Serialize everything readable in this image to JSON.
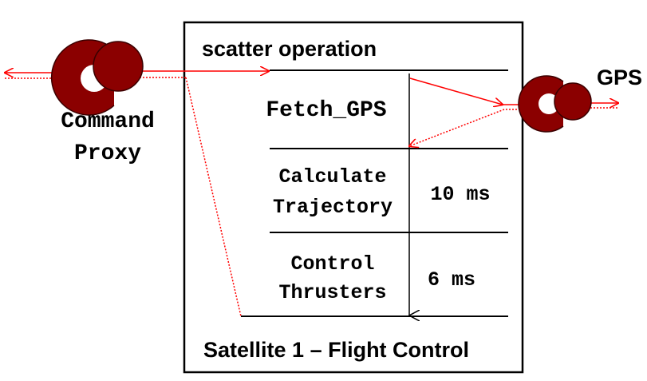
{
  "command_proxy": {
    "line1": "Command",
    "line2": "Proxy",
    "icon": "component-connector-icon"
  },
  "gps": {
    "label": "GPS",
    "icon": "component-connector-icon"
  },
  "satellite": {
    "section_label": "scatter operation",
    "caption": "Satellite 1 – Flight Control",
    "steps": [
      {
        "name": "Fetch_GPS",
        "duration": ""
      },
      {
        "name_line1": "Calculate",
        "name_line2": "Trajectory",
        "duration": "10 ms"
      },
      {
        "name_line1": "Control",
        "name_line2": "Thrusters",
        "duration": "6 ms"
      }
    ]
  },
  "colors": {
    "component": "#8B0000",
    "signal": "#ff0000",
    "line": "#000000"
  }
}
